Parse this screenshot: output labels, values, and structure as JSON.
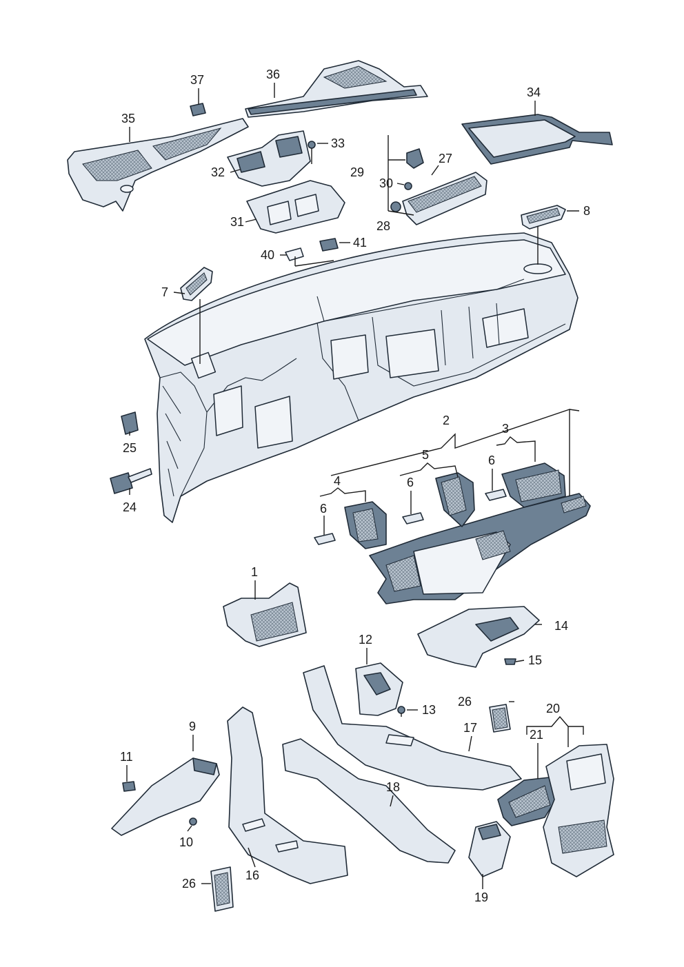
{
  "labels": {
    "l1": "1",
    "l2": "2",
    "l3": "3",
    "l4": "4",
    "l5": "5",
    "l6a": "6",
    "l6b": "6",
    "l6c": "6",
    "l7": "7",
    "l8": "8",
    "l9": "9",
    "l10": "10",
    "l11": "11",
    "l12": "12",
    "l13": "13",
    "l14": "14",
    "l15": "15",
    "l16": "16",
    "l17": "17",
    "l18": "18",
    "l19": "19",
    "l20": "20",
    "l21": "21",
    "l24": "24",
    "l25": "25",
    "l26a": "26",
    "l26b": "26",
    "l27": "27",
    "l28": "28",
    "l29": "29",
    "l30": "30",
    "l31": "31",
    "l32": "32",
    "l33": "33",
    "l34": "34",
    "l35": "35",
    "l36": "36",
    "l37": "37",
    "l40": "40",
    "l41": "41"
  },
  "colors": {
    "part_fill": "#e3e9f0",
    "part_dark": "#6d8194",
    "outline": "#1f2a36"
  }
}
